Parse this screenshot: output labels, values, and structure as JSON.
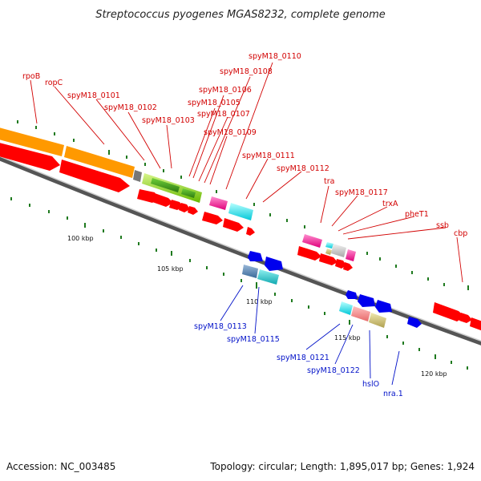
{
  "title": "Streptococcus pyogenes MGAS8232, complete genome",
  "footer": {
    "accession": "Accession: NC_003485",
    "summary": "Topology: circular; Length: 1,895,017 bp; Genes: 1,924"
  },
  "scale_labels": [
    "100 kbp",
    "105 kbp",
    "110 kbp",
    "115 kbp",
    "120 kbp"
  ],
  "top_labels": [
    "rpoB",
    "ropC",
    "spyM18_0101",
    "spyM18_0102",
    "spyM18_0103",
    "spyM18_0105",
    "spyM18_0106",
    "spyM18_0107",
    "spyM18_0108",
    "spyM18_0109",
    "spyM18_0110",
    "spyM18_0111",
    "spyM18_0112",
    "tra",
    "spyM18_0117",
    "trxA",
    "pheT1",
    "ssb",
    "cbp"
  ],
  "bottom_labels": [
    "spyM18_0113",
    "spyM18_0115",
    "spyM18_0121",
    "spyM18_0122",
    "hslO",
    "nra.1"
  ],
  "colors": {
    "forward_gene": "#ff0000",
    "reverse_gene": "#0000ee",
    "rpo_operon": "#ff9900",
    "label_forward": "#d20000",
    "label_reverse": "#0010c8",
    "tick": "#1f7a1f",
    "backbone": "#555555"
  }
}
